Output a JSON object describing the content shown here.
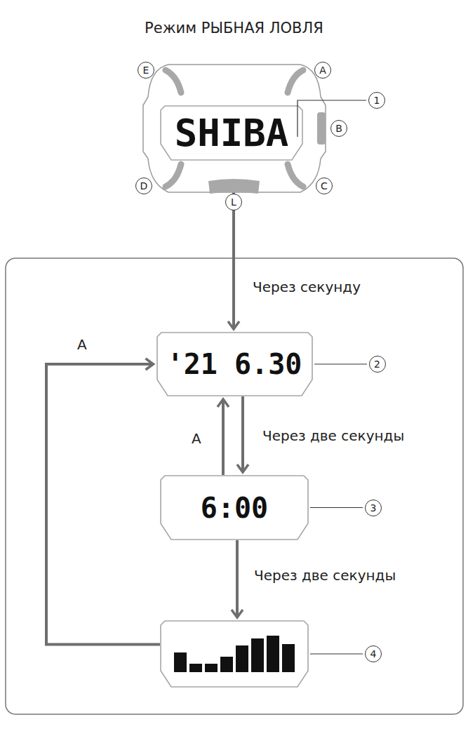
{
  "diagram": {
    "title": "Режим РЫБНАЯ ЛОВЛЯ",
    "nodes": [
      {
        "text": [
          "SHIBA",
          "1"
        ]
      },
      {
        "text": [
          "'21 6.30",
          "2"
        ]
      },
      {
        "text": [
          "6:00",
          "3"
        ]
      },
      {
        "text": [
          "4"
        ]
      }
    ],
    "edges": [
      {
        "from": 0,
        "to": 1,
        "arrow": "to",
        "label": "Через секунду"
      },
      {
        "from": 1,
        "to": 2,
        "arrow": "to",
        "label": "Через две секунды"
      },
      {
        "from": 2,
        "to": 1,
        "arrow": "to",
        "label": "A"
      },
      {
        "from": 2,
        "to": 3,
        "arrow": "to",
        "label": "Через две секунды"
      },
      {
        "from": 3,
        "to": 1,
        "arrow": "to",
        "label": "A"
      }
    ],
    "labels": [
      "E",
      "A",
      "B",
      "D",
      "C",
      "L"
    ]
  }
}
